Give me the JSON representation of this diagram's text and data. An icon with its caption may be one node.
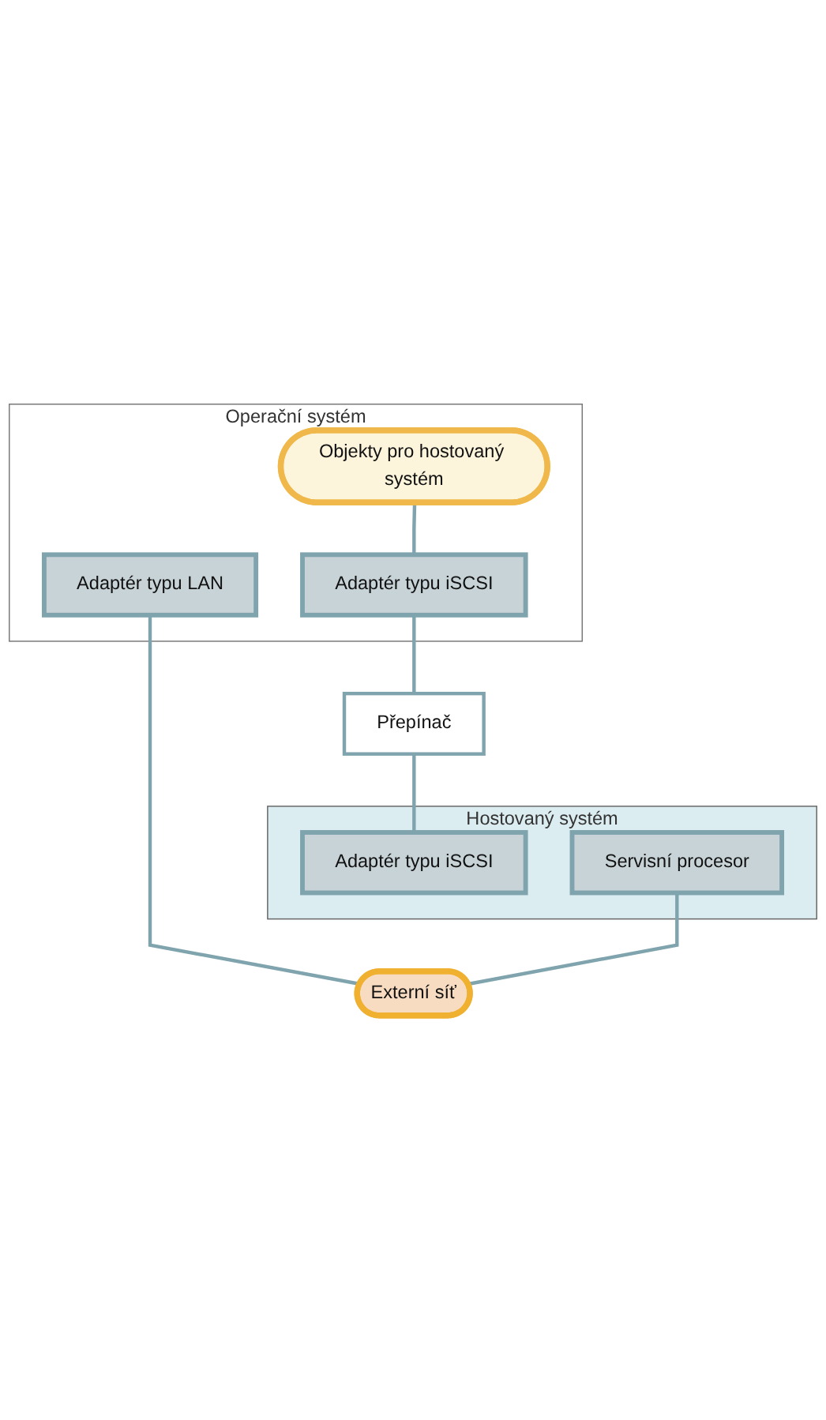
{
  "diagram": {
    "nodes": [
      {
        "text": [
          "Operační systém"
        ]
      },
      {
        "text": [
          "Objekty pro hostovaný systém"
        ],
        "in": 0
      },
      {
        "text": [
          "Adaptér typu LAN"
        ],
        "in": 0
      },
      {
        "text": [
          "Adaptér typu iSCSI"
        ],
        "in": 0
      },
      {
        "text": [
          "Přepínač"
        ]
      },
      {
        "text": [
          "Hostovaný systém"
        ]
      },
      {
        "text": [
          "Adaptér typu iSCSI"
        ],
        "in": 5
      },
      {
        "text": [
          "Servisní procesor"
        ],
        "in": 5
      },
      {
        "text": [
          "Externí síť"
        ]
      }
    ],
    "edges": [
      {
        "from": 1,
        "to": 3,
        "arrow": "none"
      },
      {
        "from": 3,
        "to": 4,
        "arrow": "none"
      },
      {
        "from": 4,
        "to": 6,
        "arrow": "none"
      },
      {
        "from": 2,
        "to": 8,
        "arrow": "none"
      },
      {
        "from": 7,
        "to": 8,
        "arrow": "none"
      }
    ]
  }
}
